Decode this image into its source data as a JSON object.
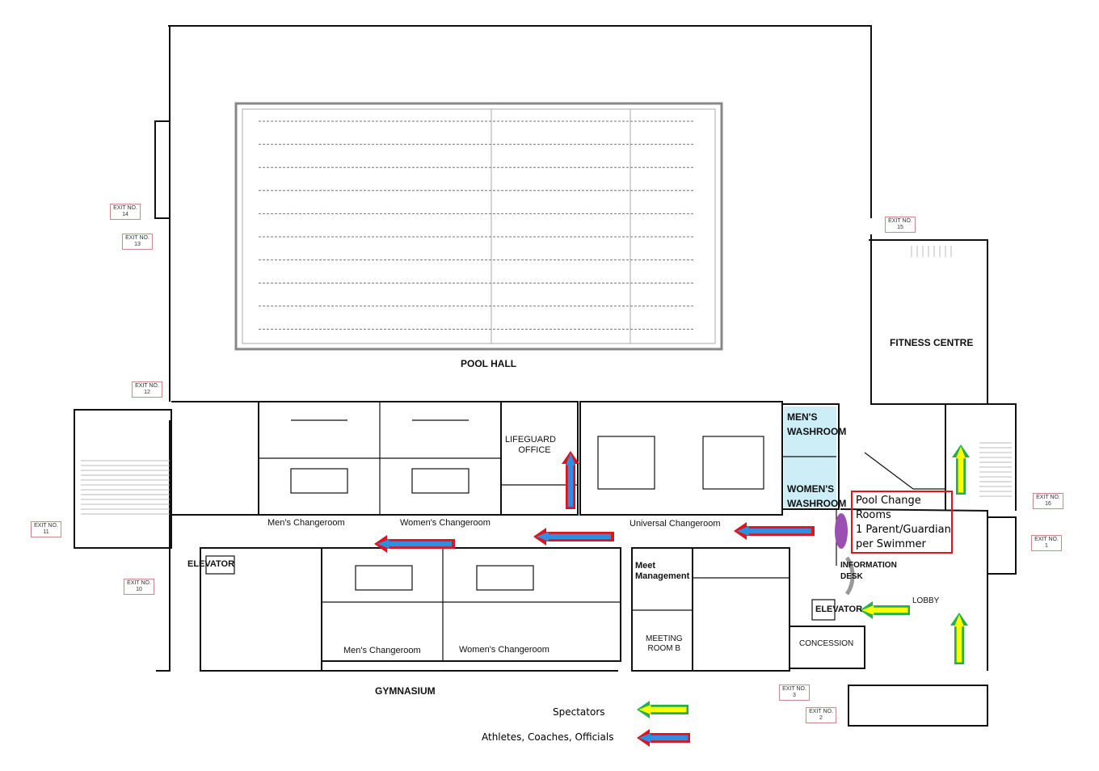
{
  "rooms": {
    "pool_hall": "POOL HALL",
    "fitness_centre": "FITNESS CENTRE",
    "gymnasium": "GYMNASIUM",
    "lifeguard_office": [
      "LIFEGUARD",
      "OFFICE"
    ],
    "mens_washroom": [
      "MEN'S",
      "WASHROOM"
    ],
    "womens_washroom": [
      "WOMEN'S",
      "WASHROOM"
    ],
    "mens_changeroom_upper": "Men's Changeroom",
    "womens_changeroom_upper": "Women's Changeroom",
    "universal_changeroom": "Universal Changeroom",
    "mens_changeroom_lower": "Men's Changeroom",
    "womens_changeroom_lower": "Women's Changeroom",
    "elevator_left": "ELEVATOR",
    "elevator_right": "ELEVATOR",
    "meet_management": [
      "Meet",
      "Management"
    ],
    "meeting_room_b": [
      "MEETING",
      "ROOM B"
    ],
    "information_desk": [
      "INFORMATION",
      "DESK"
    ],
    "lobby": "LOBBY",
    "concession": "CONCESSION"
  },
  "exits": [
    {
      "label": "EXIT NO.",
      "num": "14"
    },
    {
      "label": "EXIT NO.",
      "num": "13"
    },
    {
      "label": "EXIT NO.",
      "num": "12"
    },
    {
      "label": "EXIT NO.",
      "num": "11"
    },
    {
      "label": "EXIT NO.",
      "num": "10"
    },
    {
      "label": "EXIT NO.",
      "num": "15"
    },
    {
      "label": "EXIT NO.",
      "num": "16"
    },
    {
      "label": "EXIT NO.",
      "num": "1"
    },
    {
      "label": "EXIT NO.",
      "num": "3"
    },
    {
      "label": "EXIT NO.",
      "num": "2"
    }
  ],
  "note": [
    "Pool Change",
    "Rooms",
    "1 Parent/Guardian",
    "per Swimmer"
  ],
  "legend": {
    "spectators": "Spectators",
    "athletes": "Athletes, Coaches, Officials"
  },
  "colors": {
    "spectator_outer": "#22b14c",
    "spectator_inner": "#ffff00",
    "athlete_outer": "#e0141e",
    "athlete_inner": "#2e8ee0",
    "washroom_fill": "#cdeef7",
    "marker": "#9b4fb0"
  }
}
